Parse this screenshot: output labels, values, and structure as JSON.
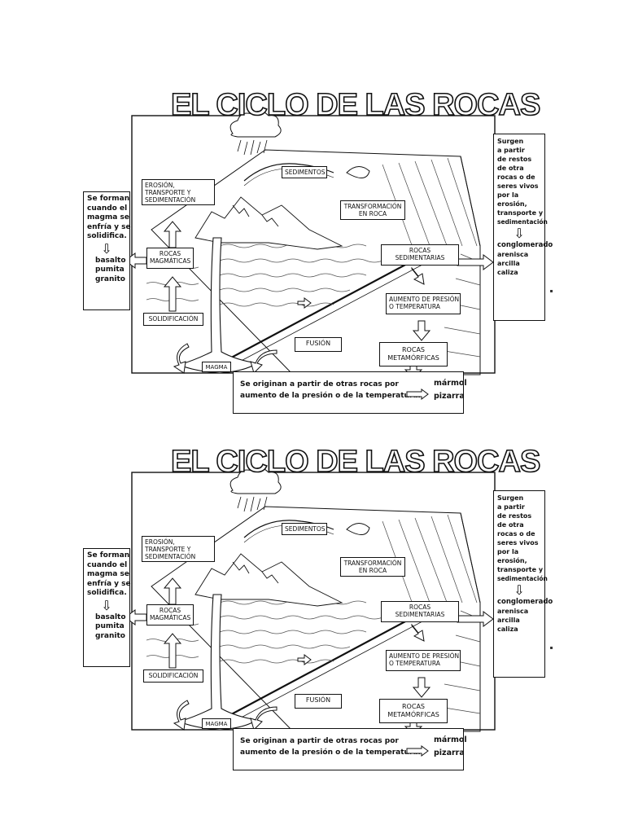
{
  "sheets": [
    {
      "title": "EL CICLO DE LAS ROCAS",
      "boxes": {
        "erosion": [
          "EROSIÓN,",
          "TRANSPORTE Y",
          "SEDIMENTACIÓN"
        ],
        "sedimentos": "SEDIMENTOS",
        "transformacion": [
          "TRANSFORMACIÓN",
          "EN ROCA"
        ],
        "rocas_magmaticas": [
          "ROCAS",
          "MAGMÁTICAS"
        ],
        "rocas_sedimentarias": [
          "ROCAS",
          "SEDIMENTARIAS"
        ],
        "aumento": [
          "AUMENTO DE PRESIÓN",
          "O TEMPERATURA"
        ],
        "solidificacion": "SOLIDIFICACIÓN",
        "fusion": "FUSIÓN",
        "rocas_metamorficas": [
          "ROCAS",
          "METAMÓRFICAS"
        ],
        "magma": "MAGMA"
      },
      "left_panel": {
        "text": [
          "Se forman",
          "cuando el",
          "magma se",
          "enfría y se",
          "solidifica."
        ],
        "examples": [
          "basalto",
          "pumita",
          "granito"
        ]
      },
      "right_panel": {
        "text": [
          "Surgen",
          "a partir",
          "de restos",
          "de otra",
          "rocas o de",
          "seres vivos",
          "por la",
          "erosión,",
          "transporte y",
          "sedimentación"
        ],
        "examples": [
          "conglomerado",
          "arenisca",
          "arcilla",
          "caliza"
        ]
      },
      "bottom_panel": {
        "text": [
          "Se originan a partir de otras rocas por",
          "aumento de la presión o de la temperatura."
        ],
        "examples": [
          "mármol",
          "pizarra"
        ]
      }
    },
    {
      "title": "EL CICLO DE LAS ROCAS",
      "boxes": {
        "erosion": [
          "EROSIÓN,",
          "TRANSPORTE Y",
          "SEDIMENTACIÓN"
        ],
        "sedimentos": "SEDIMENTOS",
        "transformacion": [
          "TRANSFORMACIÓN",
          "EN ROCA"
        ],
        "rocas_magmaticas": [
          "ROCAS",
          "MAGMÁTICAS"
        ],
        "rocas_sedimentarias": [
          "ROCAS",
          "SEDIMENTARIAS"
        ],
        "aumento": [
          "AUMENTO DE PRESIÓN",
          "O TEMPERATURA"
        ],
        "solidificacion": "SOLIDIFICACIÓN",
        "fusion": "FUSIÓN",
        "rocas_metamorficas": [
          "ROCAS",
          "METAMÓRFICAS"
        ],
        "magma": "MAGMA"
      },
      "left_panel": {
        "text": [
          "Se forman",
          "cuando el",
          "magma se",
          "enfría y se",
          "solidifica."
        ],
        "examples": [
          "basalto",
          "pumita",
          "granito"
        ]
      },
      "right_panel": {
        "text": [
          "Surgen",
          "a partir",
          "de restos",
          "de otra",
          "rocas o de",
          "seres vivos",
          "por la",
          "erosión,",
          "transporte y",
          "sedimentación"
        ],
        "examples": [
          "conglomerado",
          "arenisca",
          "arcilla",
          "caliza"
        ]
      },
      "bottom_panel": {
        "text": [
          "Se originan a partir de otras rocas por",
          "aumento de la presión o de la temperatura."
        ],
        "examples": [
          "mármol",
          "pizarra"
        ]
      }
    }
  ]
}
